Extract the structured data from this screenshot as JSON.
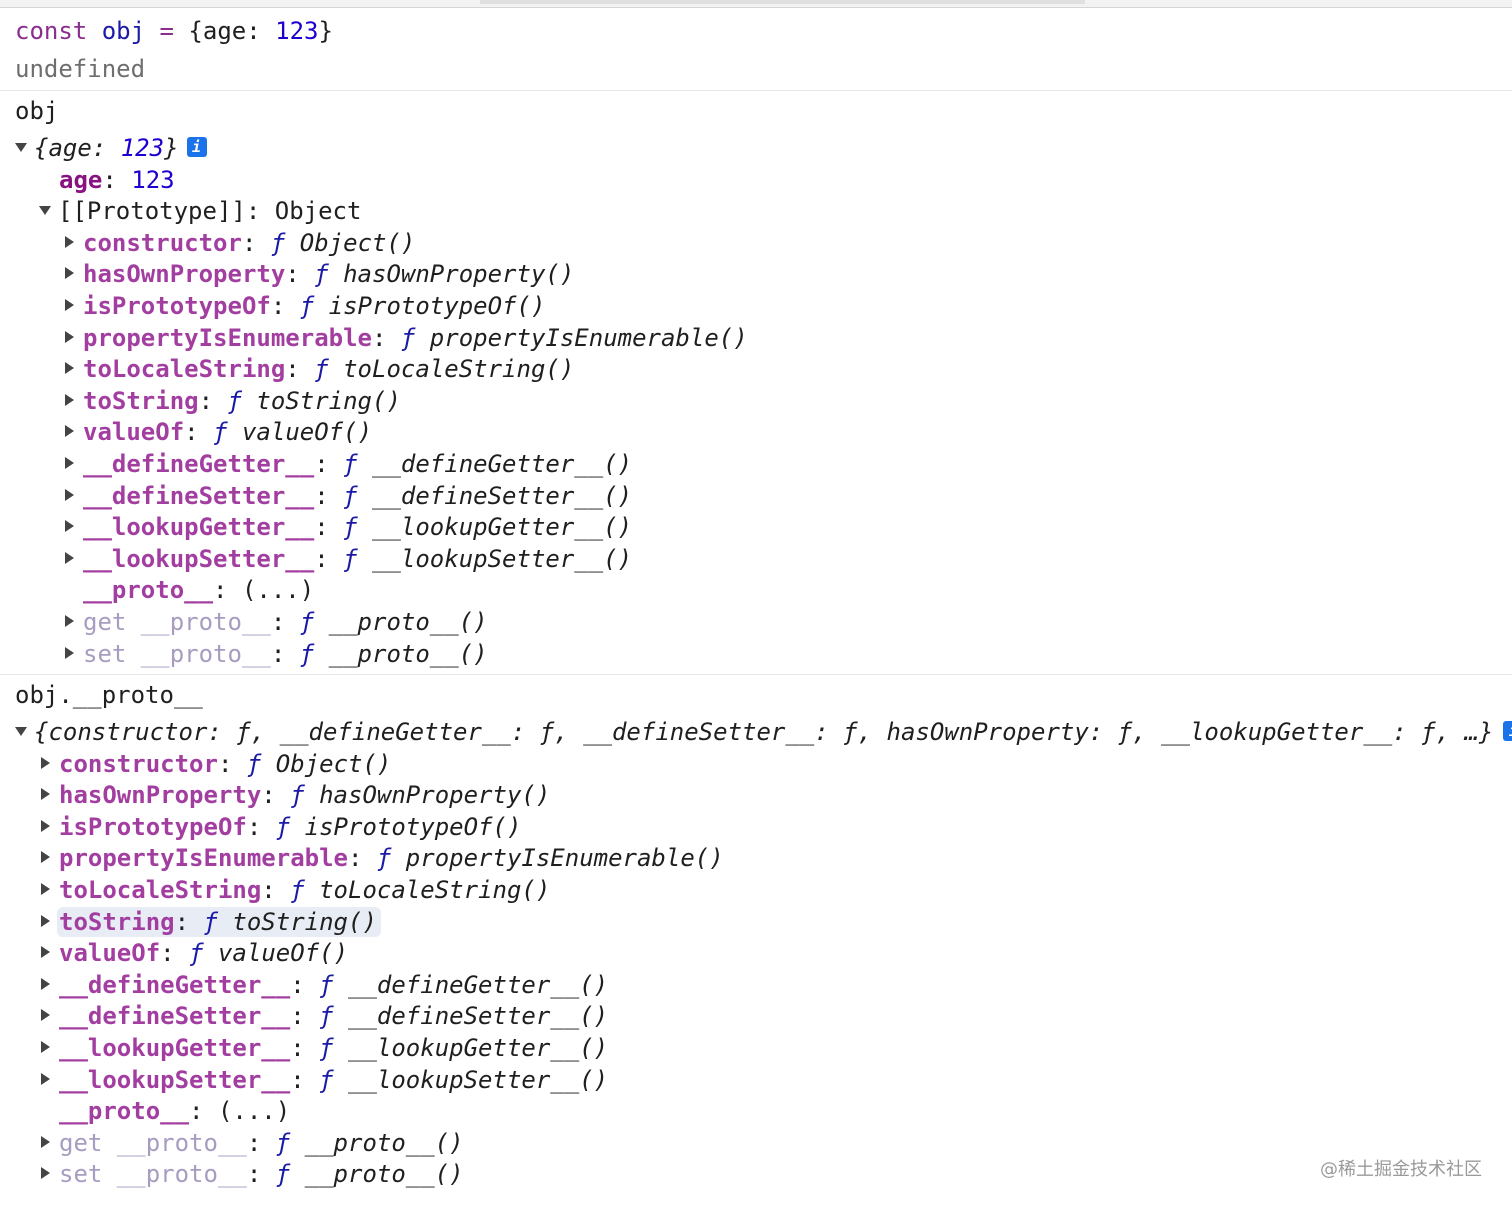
{
  "input1": {
    "keyword": "const",
    "name": "obj",
    "op": "=",
    "open": "{",
    "key": "age",
    "colon": ":",
    "value": "123",
    "close": "}"
  },
  "result1": "undefined",
  "input2": "obj",
  "obj_preview": {
    "open": "{",
    "key": "age",
    "colon": ":",
    "value": "123",
    "close": "}"
  },
  "obj_prop": {
    "key": "age",
    "value": "123"
  },
  "proto_header": {
    "key": "[[Prototype]]",
    "value": "Object"
  },
  "proto_methods": [
    {
      "key": "constructor",
      "fn": "Object()"
    },
    {
      "key": "hasOwnProperty",
      "fn": "hasOwnProperty()"
    },
    {
      "key": "isPrototypeOf",
      "fn": "isPrototypeOf()"
    },
    {
      "key": "propertyIsEnumerable",
      "fn": "propertyIsEnumerable()"
    },
    {
      "key": "toLocaleString",
      "fn": "toLocaleString()"
    },
    {
      "key": "toString",
      "fn": "toString()"
    },
    {
      "key": "valueOf",
      "fn": "valueOf()"
    },
    {
      "key": "__defineGetter__",
      "fn": "__defineGetter__()"
    },
    {
      "key": "__defineSetter__",
      "fn": "__defineSetter__()"
    },
    {
      "key": "__lookupGetter__",
      "fn": "__lookupGetter__()"
    },
    {
      "key": "__lookupSetter__",
      "fn": "__lookupSetter__()"
    }
  ],
  "proto_accessor": {
    "key": "__proto__",
    "value": "(...)"
  },
  "proto_getter": {
    "key": "get __proto__",
    "fn": "__proto__()"
  },
  "proto_setter": {
    "key": "set __proto__",
    "fn": "__proto__()"
  },
  "fsym": "ƒ",
  "input3": "obj.__proto__",
  "proto_preview": "{constructor: ƒ, __defineGetter__: ƒ, __defineSetter__: ƒ, hasOwnProperty: ƒ, __lookupGetter__: ƒ, …}",
  "info_icon_label": "i",
  "watermark": "@稀土掘金技术社区"
}
